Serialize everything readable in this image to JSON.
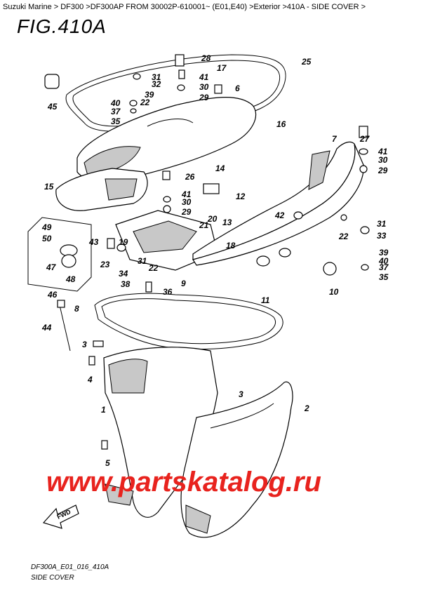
{
  "breadcrumb": "Suzuki Marine > DF300 >DF300AP FROM 30002P-610001~ (E01,E40) >Exterior >410A - SIDE COVER >",
  "figure_title": "FIG.410A",
  "footer_code": "DF300A_E01_016_410A",
  "footer_name": "SIDE COVER",
  "watermark": "www.partskatalog.ru",
  "fwd_label": "FWD",
  "parts": {
    "p1": "1",
    "p2": "2",
    "p3a": "3",
    "p3b": "3",
    "p4": "4",
    "p5": "5",
    "p6": "6",
    "p7": "7",
    "p8": "8",
    "p9": "9",
    "p10": "10",
    "p11": "11",
    "p12": "12",
    "p13": "13",
    "p14": "14",
    "p15": "15",
    "p16": "16",
    "p17": "17",
    "p18": "18",
    "p19": "19",
    "p20": "20",
    "p21": "21",
    "p22a": "22",
    "p22b": "22",
    "p22c": "22",
    "p23": "23",
    "p25": "25",
    "p26": "26",
    "p27": "27",
    "p28": "28",
    "p29a": "29",
    "p29b": "29",
    "p29c": "29",
    "p30a": "30",
    "p30b": "30",
    "p30c": "30",
    "p31a": "31",
    "p31b": "31",
    "p31c": "31",
    "p32": "32",
    "p33": "33",
    "p34": "34",
    "p35a": "35",
    "p35b": "35",
    "p36": "36",
    "p37a": "37",
    "p37b": "37",
    "p38": "38",
    "p39a": "39",
    "p39b": "39",
    "p40a": "40",
    "p40b": "40",
    "p41a": "41",
    "p41b": "41",
    "p41c": "41",
    "p42": "42",
    "p43": "43",
    "p44": "44",
    "p45": "45",
    "p46": "46",
    "p47": "47",
    "p48": "48",
    "p49": "49",
    "p50": "50"
  }
}
